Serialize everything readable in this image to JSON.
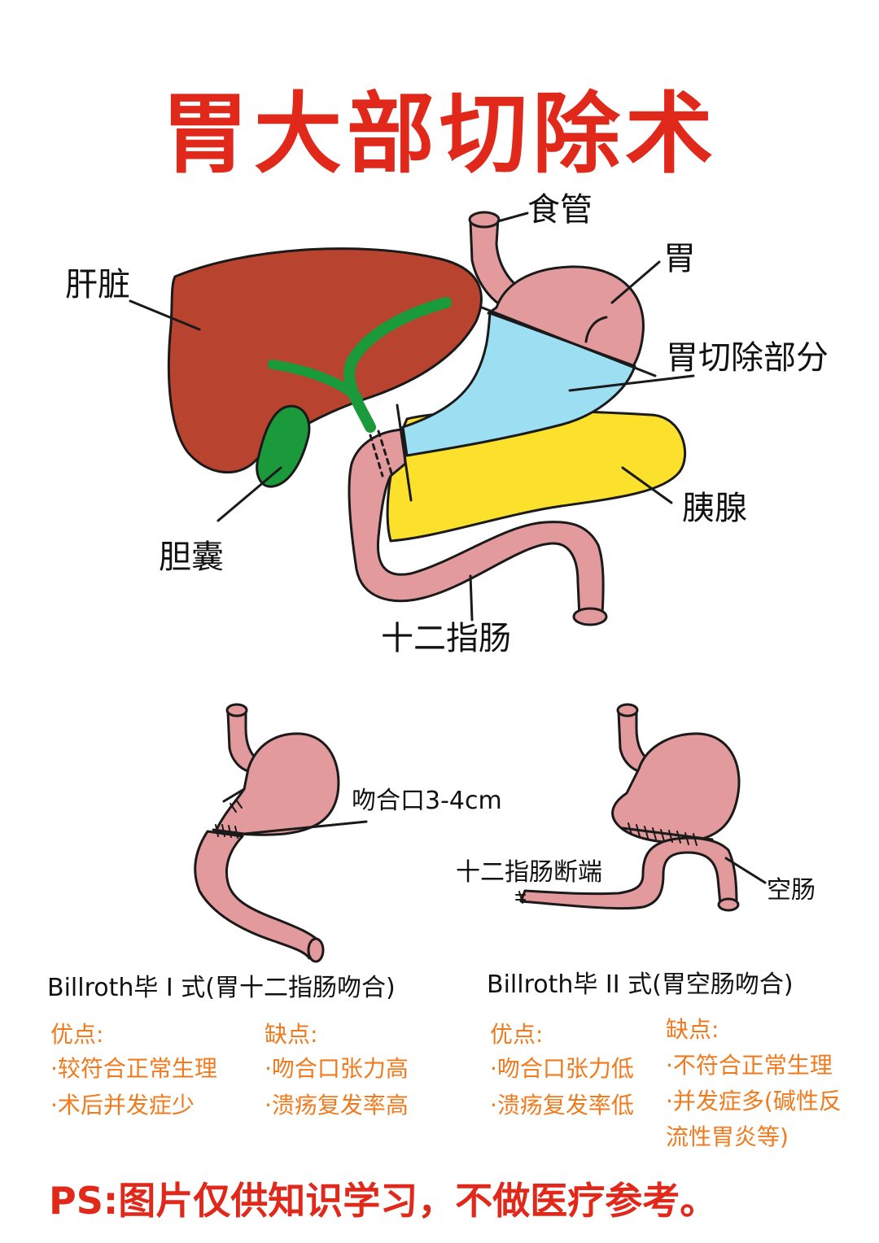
{
  "colors": {
    "title": "#e0281b",
    "note": "#f07a1e",
    "liver": "#b8432e",
    "bile": "#1a9a3a",
    "stomach": "#e39a9c",
    "resected": "#9ddff2",
    "pancreas": "#fbe12b",
    "outline": "#1a1a1a"
  },
  "title": "胃大部切除术",
  "labels": {
    "esophagus": "食管",
    "stomach": "胃",
    "liver": "肝脏",
    "resection": "胃切除部分",
    "pancreas": "胰腺",
    "gallbladder": "胆囊",
    "duodenum": "十二指肠"
  },
  "billroth1": {
    "anastomosis": "吻合口3-4cm",
    "caption": "Billroth毕 I 式(胃十二指肠吻合)",
    "pros_title": "优点:",
    "pros": [
      "·较符合正常生理",
      "·术后并发症少"
    ],
    "cons_title": "缺点:",
    "cons": [
      "·吻合口张力高",
      "·溃疡复发率高"
    ]
  },
  "billroth2": {
    "duodenal_stump": "十二指肠断端",
    "jejunum": "空肠",
    "caption": "Billroth毕 II 式(胃空肠吻合)",
    "pros_title": "优点:",
    "pros": [
      "·吻合口张力低",
      "·溃疡复发率低"
    ],
    "cons_title": "缺点:",
    "cons": [
      "·不符合正常生理",
      "·并发症多(碱性反",
      "流性胃炎等)"
    ]
  },
  "footer": "PS:图片仅供知识学习，不做医疗参考。"
}
